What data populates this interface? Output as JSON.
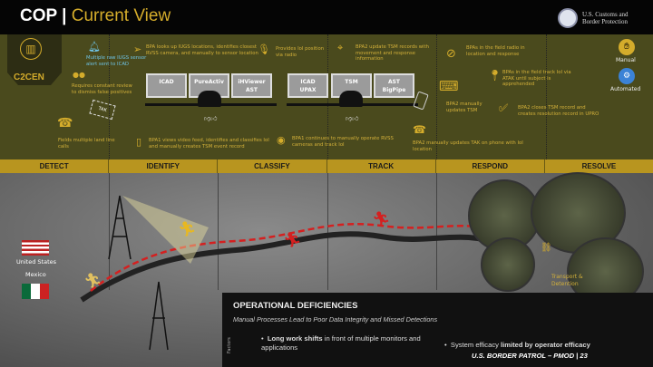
{
  "header": {
    "title": "COP",
    "separator": " | ",
    "subtitle": "Current View",
    "org": [
      "U.S. Customs and",
      "Border Protection"
    ]
  },
  "org_unit": {
    "label": "C2CEN",
    "icon": "building-icon"
  },
  "legend": {
    "manual": "Manual",
    "automated": "Automated",
    "manual_color": "#d4ac2b",
    "automated_color": "#3b82d6"
  },
  "notes": {
    "sensor_alert": "Multiple raw IUGS sensor alert sent to ICAD",
    "false_pos": "Requires constant review to dismiss false positives",
    "land_line": "Fields multiple land line calls",
    "bpa_lookup": "BPA looks up IUGS locations, identifies closest RVSS camera, and manually to sensor location",
    "bpa1_video": "BPA1 views video feed, identifies and classifies IoI and manually creates TSM event record",
    "radio": "Provides IoI position via radio",
    "bpa2_tsm": "BPA2 update TSM records with movement and response information",
    "bpa1_rvss": "BPA1 continues to manually operate RVSS cameras and track IoI",
    "field_radio": "BPAs in the field radio in location and response",
    "field_track": "BPAs in the field track IoI via ATAK until subject is apprehended",
    "bpa2_manual": "BPA2 manually updates TSM",
    "bpa2_close": "BPA2 closes TSM record and creates resolution record in UPRO",
    "bpa2_tak": "BPA2 manually updates TAK on phone with IoI location",
    "tak": "TAK",
    "transport": "Transport & Detention"
  },
  "monitors": {
    "m1": "ICAD",
    "m2": "PureActiv",
    "m3a": "iHViewer",
    "m3b": "AST",
    "m4a": "ICAD",
    "m4b": "UPAX",
    "m5": "TSM",
    "m6a": "AST",
    "m6b": "BigPipe"
  },
  "phases": [
    "DETECT",
    "IDENTIFY",
    "CLASSIFY",
    "TRACK",
    "RESPOND",
    "RESOLVE"
  ],
  "map": {
    "us": "United States",
    "mexico": "Mexico"
  },
  "deficiencies": {
    "title": "OPERATIONAL DEFICIENCIES",
    "subtitle": "Manual Processes Lead to Poor Data Integrity and Missed Detections",
    "factors_label": "Factors",
    "bullet1_bold": "Long work shifts",
    "bullet1_rest": " in front of multiple monitors and applications",
    "bullet2_pre": "System efficacy ",
    "bullet2_bold": "limited by operator efficacy",
    "footer": "U.S. BORDER PATROL – PMOD | 23"
  }
}
